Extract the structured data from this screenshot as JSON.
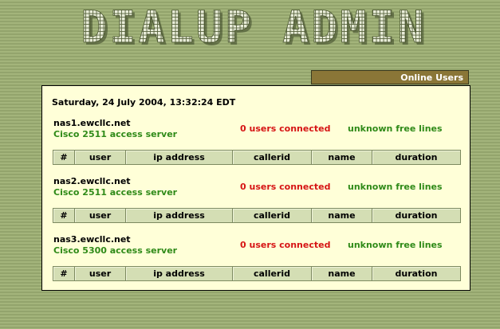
{
  "header": {
    "logo_text": "DIALUP ADMIN"
  },
  "tab": {
    "label": "Online Users"
  },
  "datetime": "Saturday, 24 July 2004, 13:32:24 EDT",
  "columns": [
    "#",
    "user",
    "ip address",
    "callerid",
    "name",
    "duration"
  ],
  "servers": [
    {
      "host": "nas1.ewcllc.net",
      "model": "Cisco 2511 access server",
      "users": "0 users connected",
      "lines": "unknown free lines"
    },
    {
      "host": "nas2.ewcllc.net",
      "model": "Cisco 2511 access server",
      "users": "0 users connected",
      "lines": "unknown free lines"
    },
    {
      "host": "nas3.ewcllc.net",
      "model": "Cisco 5300 access server",
      "users": "0 users connected",
      "lines": "unknown free lines"
    }
  ],
  "colors": {
    "background": "#9cac74",
    "tab": "#8a7637",
    "panel": "#ffffd8",
    "table_header": "#d4deb4",
    "users_text": "#d61414",
    "model_text": "#2f8a18"
  }
}
